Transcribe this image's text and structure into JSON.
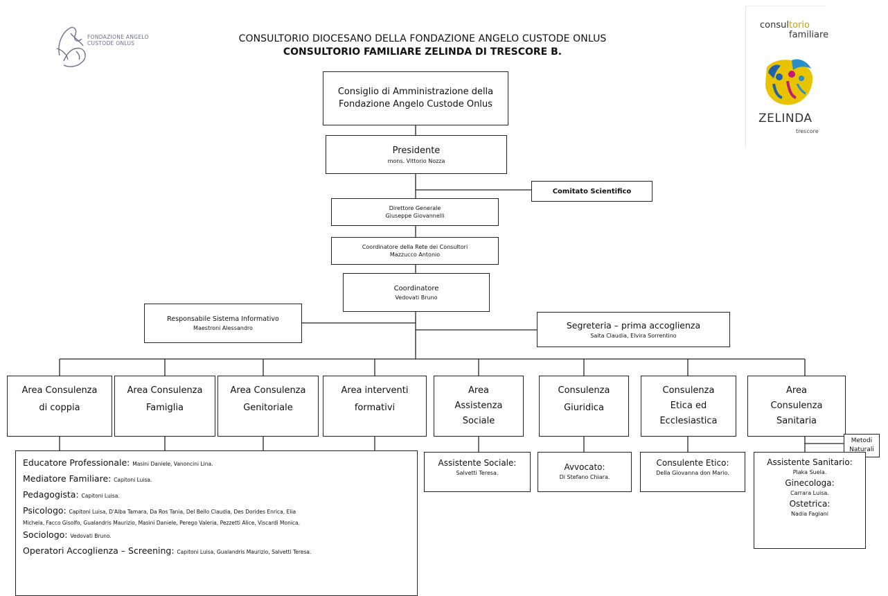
{
  "header": {
    "title_line1": "CONSULTORIO DIOCESANO DELLA FONDAZIONE ANGELO CUSTODE ONLUS",
    "title_line2": "CONSULTORIO FAMILIARE ZELINDA DI TRESCORE B."
  },
  "logo_left": {
    "text": "FONDAZIONE ANGELO CUSTODE ONLUS"
  },
  "logo_right": {
    "line1a": "consul",
    "line1b": "torio",
    "line2": "familiare",
    "line3": "ZELINDA",
    "line4": "trescore"
  },
  "org": {
    "board": {
      "line1": "Consiglio di Amministrazione della",
      "line2": "Fondazione Angelo Custode Onlus"
    },
    "president": {
      "title": "Presidente",
      "name": "mons. Vittorio Nozza"
    },
    "scientific": {
      "title": "Comitato Scientifico"
    },
    "director": {
      "title": "Direttore Generale",
      "name": "Giuseppe Giovannelli"
    },
    "network": {
      "title": "Coordinatore della Rete dei Consultori",
      "name": "Mazzucco Antonio"
    },
    "coordinator": {
      "title": "Coordinatore",
      "name": "Vedovati Bruno"
    },
    "info_system": {
      "title": "Responsabile Sistema Informativo",
      "name": "Maestroni Alessandro"
    },
    "secretariat": {
      "title": "Segreteria – prima accoglienza",
      "name": "Saita Claudia, Elvira Sorrentino"
    }
  },
  "areas": [
    {
      "line1": "Area Consulenza",
      "line2": "di coppia"
    },
    {
      "line1": "Area Consulenza",
      "line2": "Famiglia"
    },
    {
      "line1": "Area Consulenza",
      "line2": "Genitoriale"
    },
    {
      "line1": "Area interventi",
      "line2": "formativi"
    },
    {
      "line1": "Area",
      "line2": "Assistenza",
      "line3": "Sociale"
    },
    {
      "line1": "Consulenza",
      "line2": "Giuridica"
    },
    {
      "line1": "Consulenza",
      "line2": "Etica ed",
      "line3": "Ecclesiastica"
    },
    {
      "line1": "Area",
      "line2": "Consulenza",
      "line3": "Sanitaria"
    }
  ],
  "metodi": {
    "line1": "Metodi",
    "line2": "Naturali"
  },
  "staff": [
    {
      "role": "Educatore Professionale:",
      "names": "Masini Daniele, Vanoncini Lina."
    },
    {
      "role": "Mediatore Familiare:",
      "names": "Capitoni Luisa."
    },
    {
      "role": "Pedagogista:",
      "names": "Capitoni Luisa."
    },
    {
      "role": "Psicologo:",
      "names": "Capitoni Luisa, D'Alba Tamara, Da Ros Tania, Del Bello Claudia, Des Dorides Enrica, Elia",
      "names2": "Michela, Facco Gisolfo, Gualandris Maurizio, Masini Daniele, Perego Valeria, Pezzetti Alice, Viscardi Monica."
    },
    {
      "role": "Sociologo:",
      "names": "Vedovati Bruno."
    },
    {
      "role": "Operatori Accoglienza – Screening:",
      "names": "Capitoni Luisa, Gualandris Maurizio, Salvetti Teresa."
    }
  ],
  "social_staff": {
    "role": "Assistente Sociale:",
    "names": "Salvetti Teresa."
  },
  "legal_staff": {
    "role": "Avvocato:",
    "names": "Di Stefano Chiara."
  },
  "ethic_staff": {
    "role": "Consulente Etico:",
    "names": "Della Giovanna don Mario."
  },
  "health_staff": [
    {
      "role": "Assistente Sanitario:",
      "names": "Plaka Suela."
    },
    {
      "role": "Ginecologa:",
      "names": "Carrara Luisa."
    },
    {
      "role": "Ostetrica:",
      "names": "Nadia Fagiani"
    }
  ]
}
